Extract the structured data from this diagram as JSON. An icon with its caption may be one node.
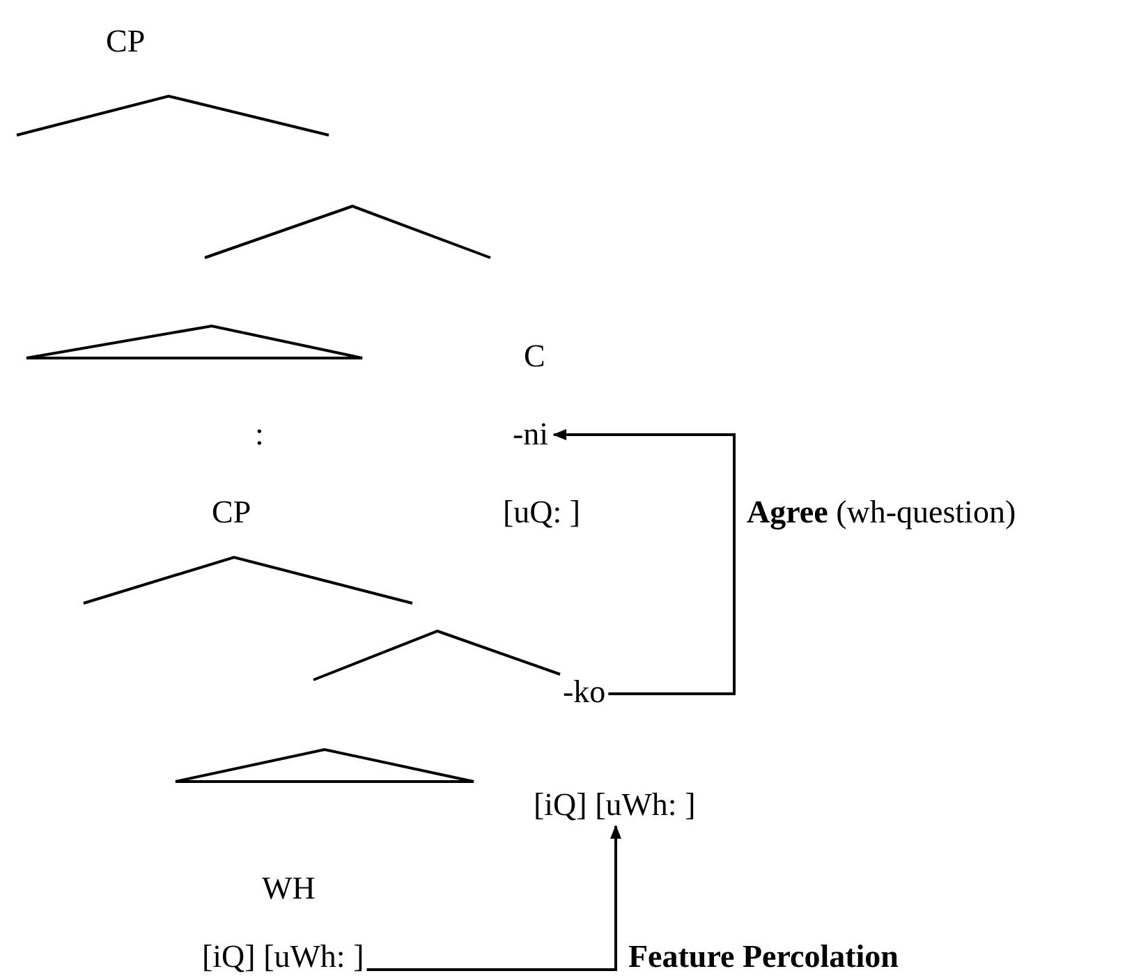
{
  "diagram": {
    "nodes": [
      {
        "text": [
          "-ni"
        ]
      },
      {
        "text": [
          "-ko"
        ]
      },
      {
        "text": [
          "[iQ] [uWh: ]"
        ]
      },
      {
        "text": [
          "[iQ] [uWh: ]"
        ]
      }
    ],
    "edges": [
      {
        "from": 1,
        "to": 0,
        "arrow": "to",
        "label": "**Agree** (wh-question)"
      },
      {
        "from": 3,
        "to": 2,
        "arrow": "to",
        "label": "Feature Percolation"
      }
    ],
    "labels": [
      "CP",
      "C",
      ":",
      "CP",
      "[uQ: ]",
      "WH"
    ]
  }
}
